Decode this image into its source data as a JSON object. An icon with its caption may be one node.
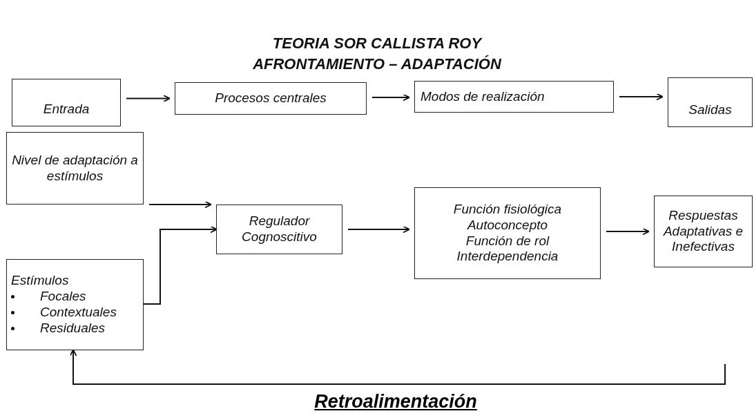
{
  "diagram": {
    "title": "TEORIA SOR CALLISTA ROY AFRONTAMIENTO – ADAPTACIÓN",
    "nodes": [
      {
        "text": [
          "Entrada"
        ]
      },
      {
        "text": [
          "Procesos centrales"
        ]
      },
      {
        "text": [
          "Modos de realización"
        ]
      },
      {
        "text": [
          "Salidas"
        ]
      },
      {
        "text": [
          "Nivel de adaptación a estímulos"
        ]
      },
      {
        "text": [
          "Estímulos",
          "Focales",
          "Contextuales",
          "Residuales"
        ]
      },
      {
        "text": [
          "Regulador Cognoscitivo"
        ]
      },
      {
        "text": [
          "Función fisiológica",
          "Autoconcepto",
          "Función de rol",
          "Interdependencia"
        ]
      },
      {
        "text": [
          "Respuestas Adaptativas e Inefectivas"
        ]
      }
    ],
    "edges": [
      {
        "from": 0,
        "to": 1,
        "arrow": "to"
      },
      {
        "from": 1,
        "to": 2,
        "arrow": "to"
      },
      {
        "from": 2,
        "to": 3,
        "arrow": "to"
      },
      {
        "from": 4,
        "to": 6,
        "arrow": "to"
      },
      {
        "from": 5,
        "to": 6,
        "arrow": "to"
      },
      {
        "from": 6,
        "to": 7,
        "arrow": "to"
      },
      {
        "from": 7,
        "to": 8,
        "arrow": "to"
      },
      {
        "from": null,
        "to": 5,
        "arrow": "to",
        "label": "Retroalimentación"
      }
    ]
  }
}
